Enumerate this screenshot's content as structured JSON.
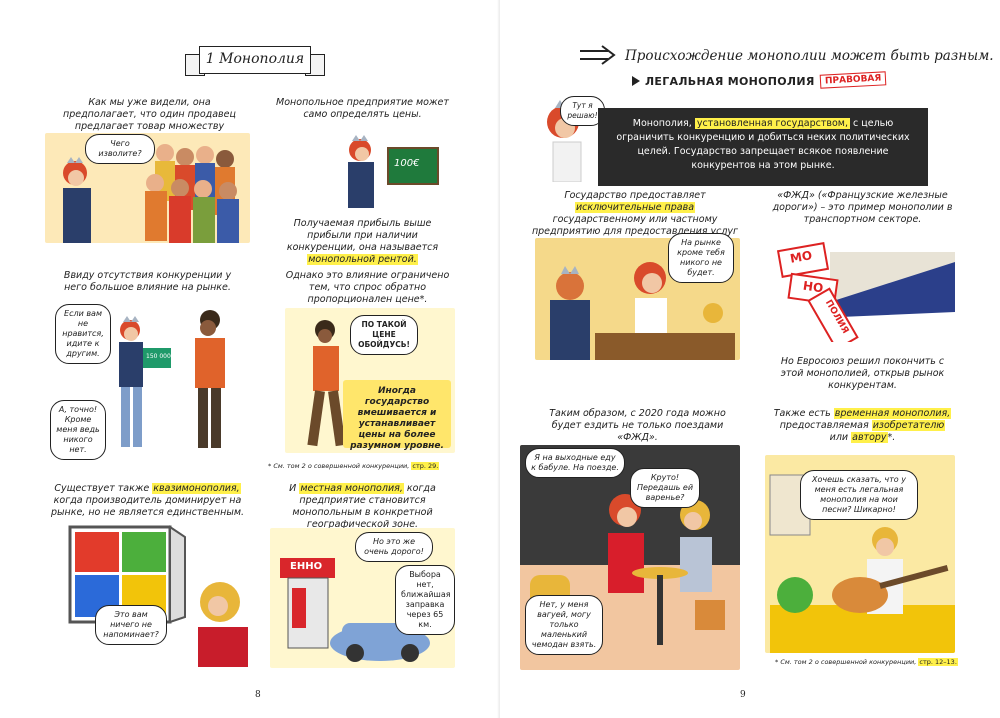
{
  "left": {
    "banner_title": "1 Монополия",
    "p1_caption": "Как мы уже видели, она предполагает, что один продавец предлагает товар множеству покупателей.",
    "p1_bubble": "Чего изволите?",
    "p2_caption": "Монопольное предприятие может само определять цены.",
    "p2_sign": "100€",
    "p2_caption_b1": "Получаемая прибыль выше прибыли при наличии конкуренции, она называется",
    "p2_caption_b2": "монопольной рентой.",
    "p3_caption": "Ввиду отсутствия конкуренции у него большое влияние на рынке.",
    "p3_bubble1": "Если вам не нравится, идите к другим.",
    "p3_bubble2": "А, точно! Кроме меня ведь никого нет.",
    "p3_price": "150 000€",
    "p4_caption": "Однако это влияние ограничено тем, что спрос обратно пропорционален цене*.",
    "p4_bubble": "ПО ТАКОЙ ЦЕНЕ ОБОЙДУСЬ!",
    "p4_box": "Иногда государство вмешивается и устанавливает цены на более разумном уровне.",
    "p4_footnote": "* См. том 2 о совершенной конкуренции,",
    "p4_footnote_ref": "стр. 29.",
    "p5_caption_a": "Существует также",
    "p5_caption_hl": "квазимонополия,",
    "p5_caption_b": "когда производитель доминирует на рынке, но не является единственным.",
    "p5_bubble": "Это вам ничего не напоминает?",
    "p6_caption_a": "И",
    "p6_caption_hl": "местная монополия,",
    "p6_caption_b": "когда предприятие становится монопольным в конкретной географической зоне.",
    "p6_bubble1": "Но это же очень дорого!",
    "p6_bubble2": "Выбора нет, ближайшая заправка через 65 км.",
    "p6_sign": "ЕННО",
    "page_number": "8"
  },
  "right": {
    "heading": "Происхождение монополии может быть разным.",
    "legal_title": "ЛЕГАЛЬНАЯ МОНОПОЛИЯ",
    "legal_stamp": "ПРАВОВАЯ",
    "queen_bubble": "Тут я решаю!",
    "dark_a": "Монополия,",
    "dark_hl": "установленная государством,",
    "dark_b": "с целью ограничить конкуренцию и добиться неких политических целей. Государство запрещает всякое появление конкурентов на этом рынке.",
    "p1_caption_a": "Государство предоставляет",
    "p1_caption_hl": "исключительные права",
    "p1_caption_b": "государственному или частному предприятию для предоставления услуг или производства товара.",
    "p1_bubble": "На рынке кроме тебя никого не будет.",
    "p2_caption": "«ФЖД» («Французские железные дороги») – это пример монополии в транспортном секторе.",
    "p2_sign1": "МО",
    "p2_sign2": "НО",
    "p2_sign3": "ПОЛИЯ",
    "p2_caption_b": "Но Евросоюз решил покончить с этой монополией, открыв рынок конкурентам.",
    "p3_caption": "Таким образом, с 2020 года можно будет ездить не только поездами «ФЖД».",
    "p3_bubble1": "Я на выходные еду к бабуле. На поезде.",
    "p3_bubble2": "Круто! Передашь ей варенье?",
    "p3_bubble3": "Нет, у меня вагуей, могу только маленький чемодан взять.",
    "p4_caption_a": "Также есть",
    "p4_caption_hl": "временная монополия,",
    "p4_caption_b": "предоставляемая",
    "p4_caption_hl2": "изобретателю",
    "p4_caption_c": "или",
    "p4_caption_hl3": "автору",
    "p4_caption_d": "*.",
    "p4_bubble": "Хочешь сказать, что у меня есть легальная монополия на мои песни? Шикарно!",
    "p4_footnote": "* См. том 2 о совершенной конкуренции,",
    "p4_footnote_ref": "стр. 12–13.",
    "page_number": "9"
  }
}
